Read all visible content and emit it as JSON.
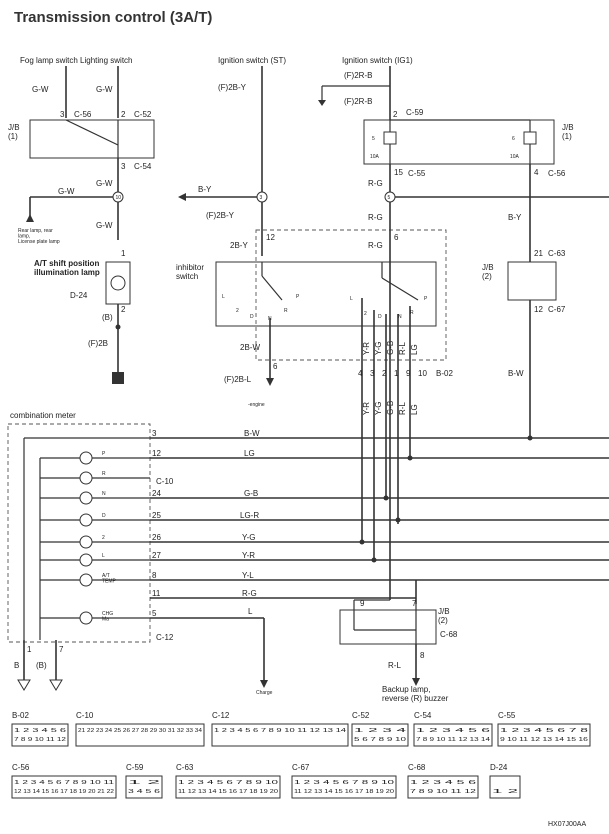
{
  "title": "Transmission control (3A/T)",
  "labels": {
    "fog_lighting": "Fog lamp switch Lighting switch",
    "ign_st": "Ignition switch (ST)",
    "ign_ig1": "Ignition switch (IG1)",
    "jb1_left": "J/B\n(1)",
    "jb1_right": "J/B\n(1)",
    "jb2_right": "J/B\n(2)",
    "jb2_bottom": "J/B\n(2)",
    "rear_lamp": "Rear lamp, rear\nlamp,\nLicense plate lamp",
    "at_shift": "A/T shift position\nillumination lamp",
    "inhibitor": "inhibitor\nswitch",
    "engine_st": "-engine",
    "combination_meter": "combination meter",
    "charge": "Charge",
    "backup": "Backup lamp,\nreverse (R) buzzer",
    "fuse_left": "10A",
    "fuse_right": "10A",
    "fuse_num_left": "5",
    "fuse_num_right": "6",
    "code": "HX07J00AA"
  },
  "wires": {
    "gw1": "G-W",
    "gw2": "G-W",
    "gw3": "G-W",
    "gw4": "G-W",
    "f2b_y": "(F)2B-Y",
    "f2r_b1": "(F)2R-B",
    "f2r_b2": "(F)2R-B",
    "b_y": "B-Y",
    "f2b_y2": "(F)2B-Y",
    "b2_y": "2B-Y",
    "r_g1": "R-G",
    "r_g2": "R-G",
    "r_g3": "R-G",
    "b_y_right": "B-Y",
    "b_w_right": "B-W",
    "b_paren": "(B)",
    "f2b": "(F)2B",
    "b2_w": "2B-W",
    "f2b_l": "(F)2B-L",
    "bw": "B-W",
    "lg": "LG",
    "gb": "G-B",
    "lgr": "LG-R",
    "yg": "Y-G",
    "yr": "Y-R",
    "yl": "Y-L",
    "rg": "R-G",
    "l": "L",
    "rl": "R-L",
    "b_left": "B",
    "b_left2": "(B)",
    "v_yr": "Y-R",
    "v_yg": "Y-G",
    "v_gb": "G-B",
    "v_rl": "R-L",
    "v_lg": "LG"
  },
  "connectors": {
    "c56": "C-56",
    "c52": "C-52",
    "c54": "C-54",
    "c59": "C-59",
    "c55": "C-55",
    "c56b": "C-56",
    "c63": "C-63",
    "c67": "C-67",
    "d24": "D-24",
    "b02": "B-02",
    "c10": "C-10",
    "c12": "C-12",
    "c68": "C-68"
  },
  "pins": {
    "p3": "3",
    "p2": "2",
    "p3b": "3",
    "p10": "10",
    "p1": "1",
    "p2b": "2",
    "p3c": "3",
    "p12": "12",
    "p6": "6",
    "p2c": "2",
    "p15": "15",
    "p5": "5",
    "p4": "4",
    "p8": "8",
    "p21": "21",
    "p12b": "12",
    "p6b": "6",
    "ip4": "4",
    "ip3": "3",
    "ip2": "2",
    "ip1": "1",
    "ip9": "9",
    "ip10": "10",
    "m3": "3",
    "m12": "12",
    "m24": "24",
    "m25": "25",
    "m26": "26",
    "m27": "27",
    "m8": "8",
    "m11": "11",
    "m5": "5",
    "m1": "1",
    "m7": "7",
    "j9": "9",
    "j7": "7",
    "j8": "8"
  },
  "switch_positions": [
    "L",
    "2",
    "D",
    "N",
    "R",
    "P"
  ],
  "inhibitor_positions": [
    "L",
    "2",
    "D",
    "N",
    "R",
    "P"
  ],
  "meter_lamps": [
    "P",
    "R",
    "N",
    "D",
    "2",
    "L",
    "A/T\nTEMP",
    "CHG\nMa"
  ],
  "connector_tables": [
    {
      "id": "B-02",
      "row1": "1 2 3 4 5 6",
      "row2": "7 8 9 10 11 12"
    },
    {
      "id": "C-10",
      "row1": "21 22 23 24 25 26 27 28 29 30 31 32 33 34",
      "row2": ""
    },
    {
      "id": "C-12",
      "row1": "1 2 3 4 5 6 7 8 9 10 11 12 13 14",
      "row2": ""
    },
    {
      "id": "C-52",
      "row1": "1 2 3 4",
      "row2": "5 6 7 8 9 10"
    },
    {
      "id": "C-54",
      "row1": "1 2 3 4 5 6",
      "row2": "7 8 9 10 11 12 13 14"
    },
    {
      "id": "C-55",
      "row1": "1 2 3 4 5 6 7 8",
      "row2": "9 10 11 12 13 14 15 16"
    },
    {
      "id": "C-56",
      "row1": "1 2 3 4 5 6 7 8 9 10 11",
      "row2": "12 13 14 15 16 17 18 19 20 21 22"
    },
    {
      "id": "C-59",
      "row1": "1 2",
      "row2": "3 4 5 6"
    },
    {
      "id": "C-63",
      "row1": "1 2 3 4 5 6 7 8 9 10",
      "row2": "11 12 13 14 15 16 17 18 19 20"
    },
    {
      "id": "C-67",
      "row1": "1 2 3 4 5 6 7 8 9 10",
      "row2": "11 12 13 14 15 16 17 18 19 20"
    },
    {
      "id": "C-68",
      "row1": "1 2 3 4 5 6",
      "row2": "7 8 9 10 11 12"
    },
    {
      "id": "D-24",
      "row1": "",
      "row2": "1 2"
    }
  ]
}
